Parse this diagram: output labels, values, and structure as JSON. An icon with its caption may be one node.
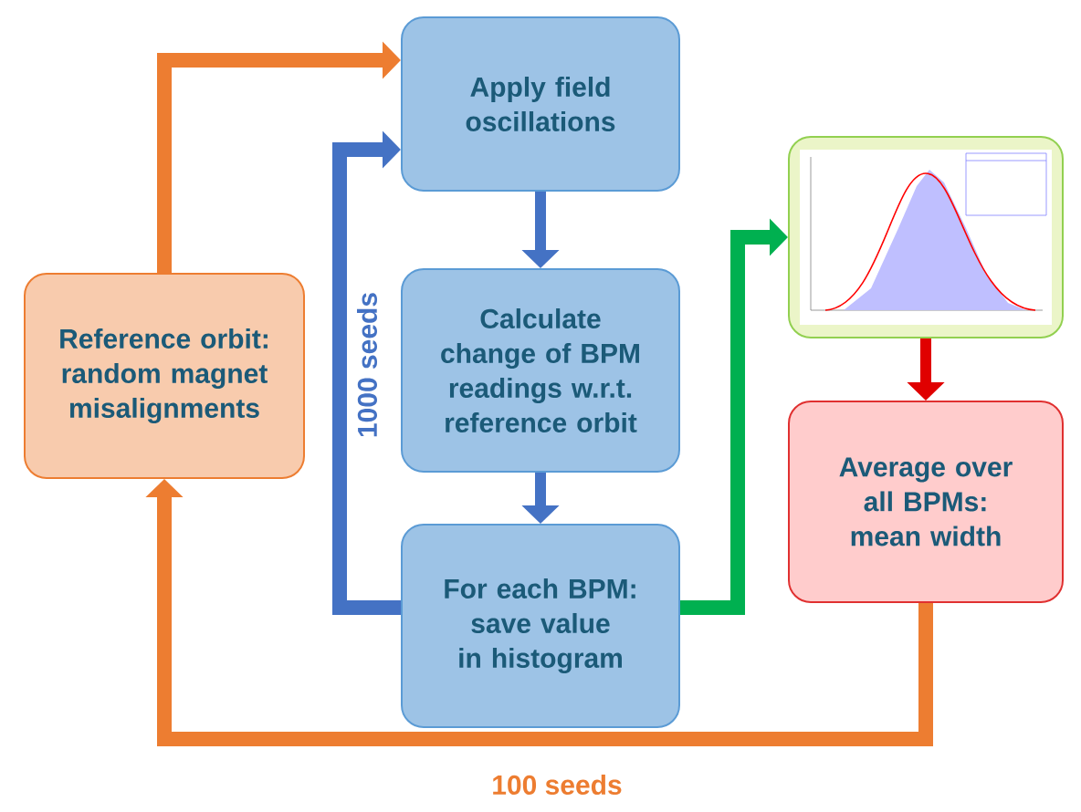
{
  "diagram": {
    "nodes": [
      {
        "text": [
          "Reference orbit: random magnet misalignments"
        ]
      },
      {
        "text": [
          "Apply field oscillations"
        ]
      },
      {
        "text": [
          "Calculate change of BPM readings w.r.t. reference orbit"
        ]
      },
      {
        "text": [
          "For each BPM: save value in histogram"
        ]
      },
      {
        "text": [],
        "shape": "picture"
      },
      {
        "text": [
          "Average over all BPMs: mean width"
        ]
      }
    ],
    "edges": [
      {
        "from": 0,
        "to": 1,
        "arrow": "to",
        "color": "#ed7d31"
      },
      {
        "from": 1,
        "to": 2,
        "arrow": "to"
      },
      {
        "from": 2,
        "to": 3,
        "arrow": "to"
      },
      {
        "from": 3,
        "to": 1,
        "arrow": "to",
        "label": "1000 seeds"
      },
      {
        "from": 3,
        "to": 4,
        "arrow": "to",
        "color": "#00b050"
      },
      {
        "from": 4,
        "to": 5,
        "arrow": "to",
        "color": "#e00000"
      },
      {
        "from": 5,
        "to": 0,
        "arrow": "to",
        "label": "100 seeds",
        "color": "#ed7d31"
      }
    ]
  }
}
